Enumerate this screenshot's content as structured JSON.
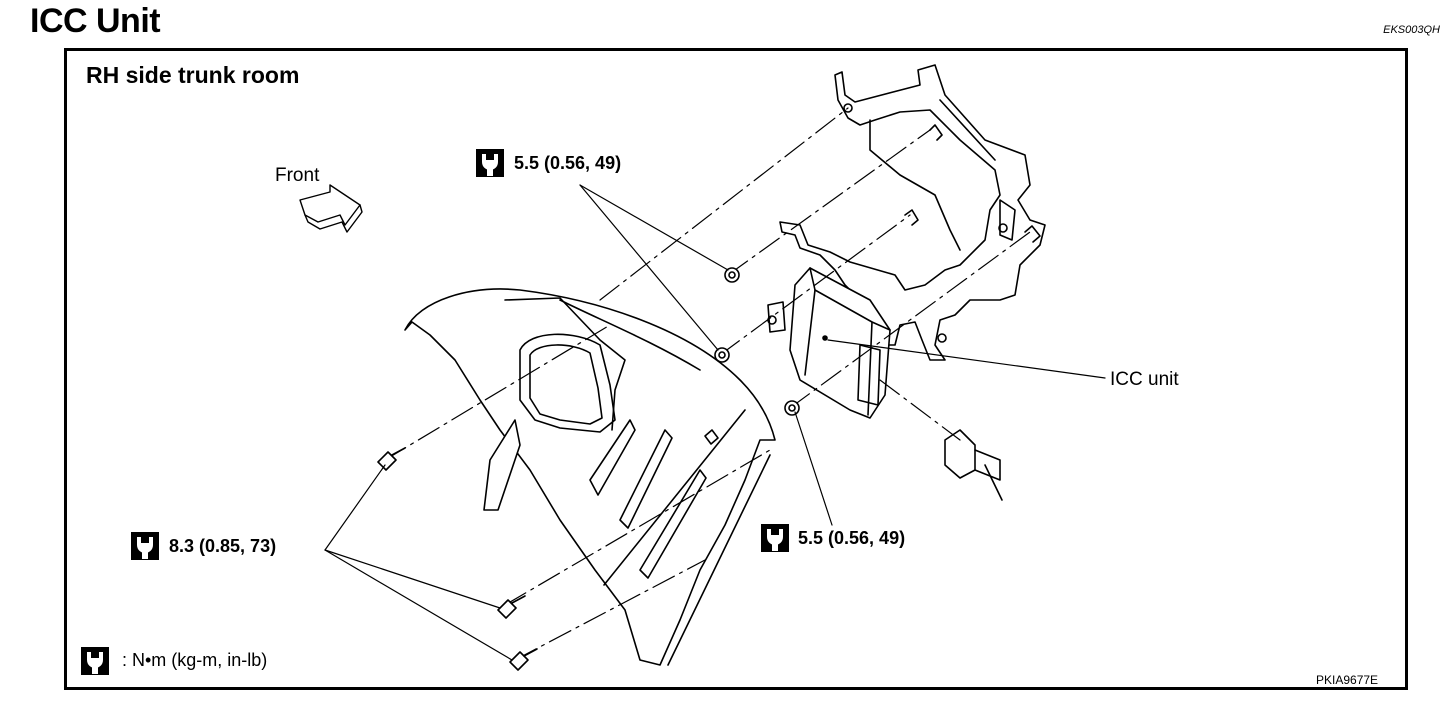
{
  "header": {
    "title": "ICC Unit",
    "doc_code": "EKS003QH"
  },
  "figure": {
    "section_title": "RH side trunk room",
    "front_label": "Front",
    "torque_top": "5.5  (0.56,  49)",
    "torque_right": "5.5  (0.56,  49)",
    "torque_left": "8.3  (0.85,  73)",
    "icc_label": "ICC unit",
    "legend_text": ":  N•m   (kg-m,   in-lb)",
    "figure_code": "PKIA9677E",
    "icons": [
      "wrench-torque-icon",
      "front-arrow-icon"
    ]
  }
}
